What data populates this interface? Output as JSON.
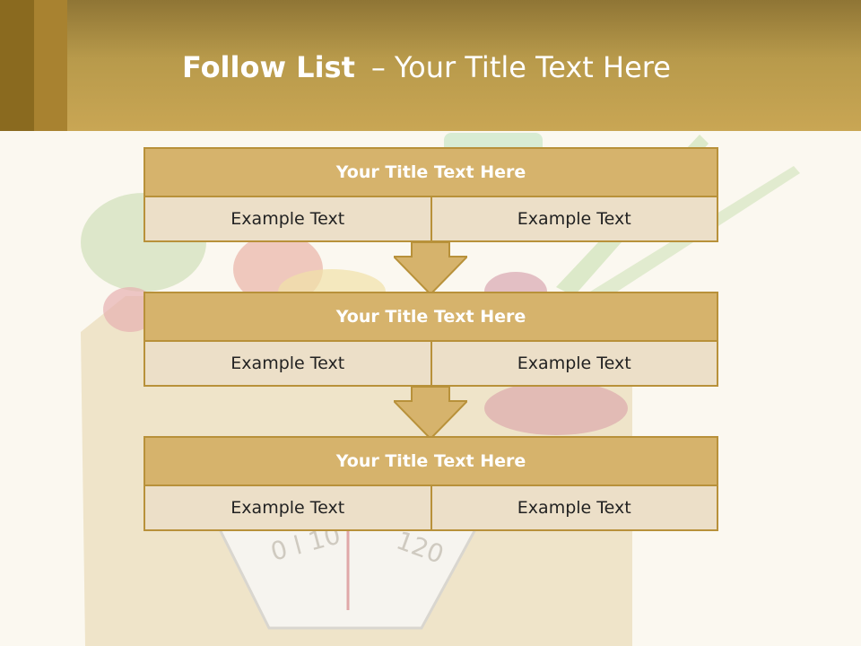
{
  "slide": {
    "title_bold": "Follow List",
    "title_dash": "–",
    "title_rest": "Your Title Text Here"
  },
  "blocks": [
    {
      "title": "Your Title Text Here",
      "left": "Example Text",
      "right": "Example Text"
    },
    {
      "title": "Your Title Text Here",
      "left": "Example Text",
      "right": "Example Text"
    },
    {
      "title": "Your Title Text Here",
      "left": "Example Text",
      "right": "Example Text"
    }
  ],
  "colors": {
    "header": "#c9a654",
    "block_title_fill": "#d6b36c",
    "block_cell_fill": "#ecdfc8",
    "border": "#b8913a"
  }
}
